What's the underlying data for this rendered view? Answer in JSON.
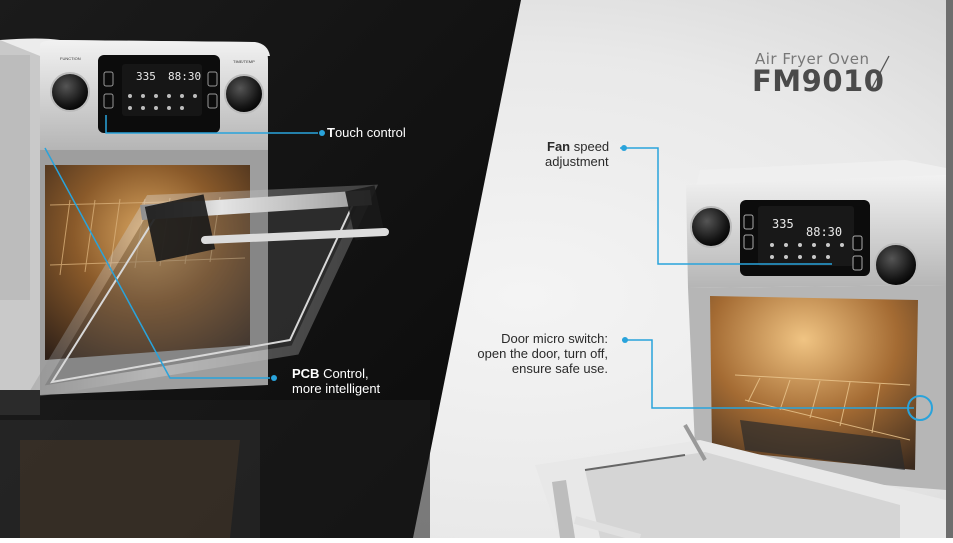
{
  "product": {
    "subtitle": "Air Fryer Oven",
    "model": "FM9010"
  },
  "callouts": {
    "touch_control": {
      "bold": "T",
      "rest": "ouch control"
    },
    "pcb_control": {
      "bold": "PCB",
      "rest": " Control,",
      "line2": "more intelligent"
    },
    "fan_speed": {
      "bold": "Fan",
      "rest": " speed",
      "line2": "adjustment"
    },
    "door_switch": {
      "line1": "Door micro switch:",
      "line2": "open the door, turn off,",
      "line3": "ensure safe use."
    }
  },
  "display": {
    "left_oven": {
      "temp": "335",
      "time": "88:30"
    },
    "right_oven": {
      "temp": "335",
      "time": "88:30"
    }
  },
  "knob_labels": {
    "left": "FUNCTION",
    "right": "TIME/TEMP"
  },
  "colors": {
    "accent": "#29a3db",
    "dark_bg": "#141414"
  }
}
